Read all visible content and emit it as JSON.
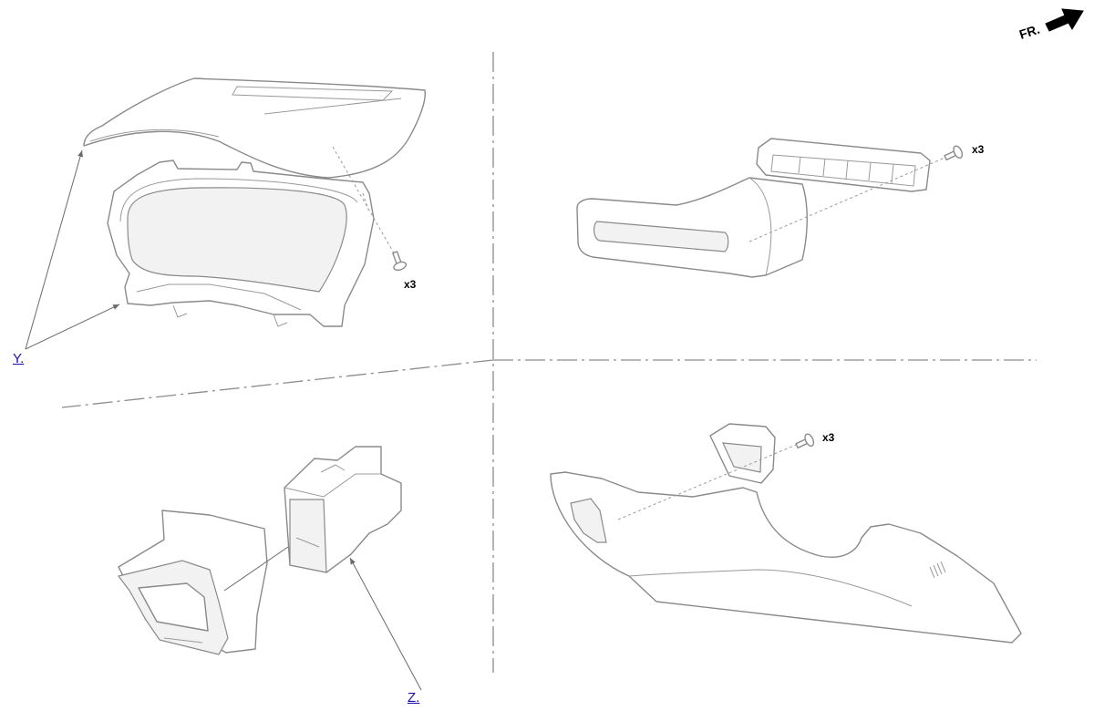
{
  "direction_label": "FR.",
  "callouts": {
    "y": "Y.",
    "z": "Z."
  },
  "quantities": {
    "meter_screws": "x3",
    "switch_panel_screws": "x3",
    "lower_panel_screws": "x3"
  },
  "colors": {
    "line": "#8a8a8a",
    "link": "#1a0dab",
    "text": "#000000"
  }
}
